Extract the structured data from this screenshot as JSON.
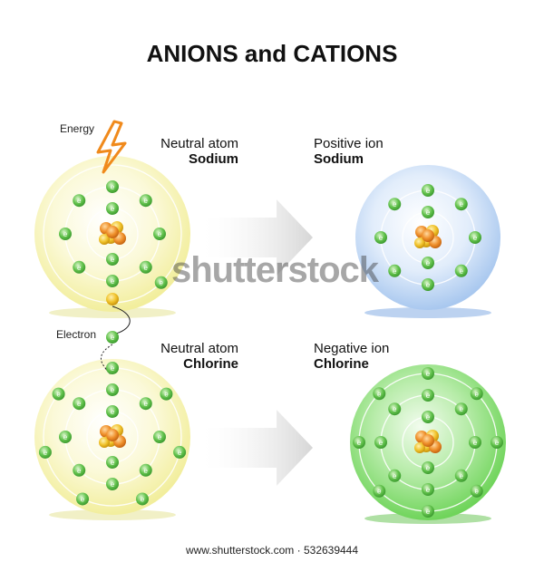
{
  "title": "ANIONS and CATIONS",
  "energy_label": "Energy",
  "electron_label": "Electron",
  "electron_symbol": "e",
  "atoms": {
    "sodium_neutral": {
      "line1": "Neutral atom",
      "line2": "Sodium"
    },
    "sodium_ion": {
      "line1": "Positive ion",
      "line2": "Sodium"
    },
    "chlorine_neutral": {
      "line1": "Neutral atom",
      "line2": "Chlorine"
    },
    "chlorine_ion": {
      "line1": "Negative ion",
      "line2": "Chlorine"
    }
  },
  "watermark": "shutterstock",
  "footer": "www.shutterstock.com · 532639444",
  "colors": {
    "yellow_glow": "#f6f3a8",
    "blue_glow": "#b9d4f2",
    "green_glow": "#8de07a",
    "electron": "#5fbf4a",
    "nucleus": "#e07a1e",
    "energy_bolt": "#f08a1c"
  }
}
